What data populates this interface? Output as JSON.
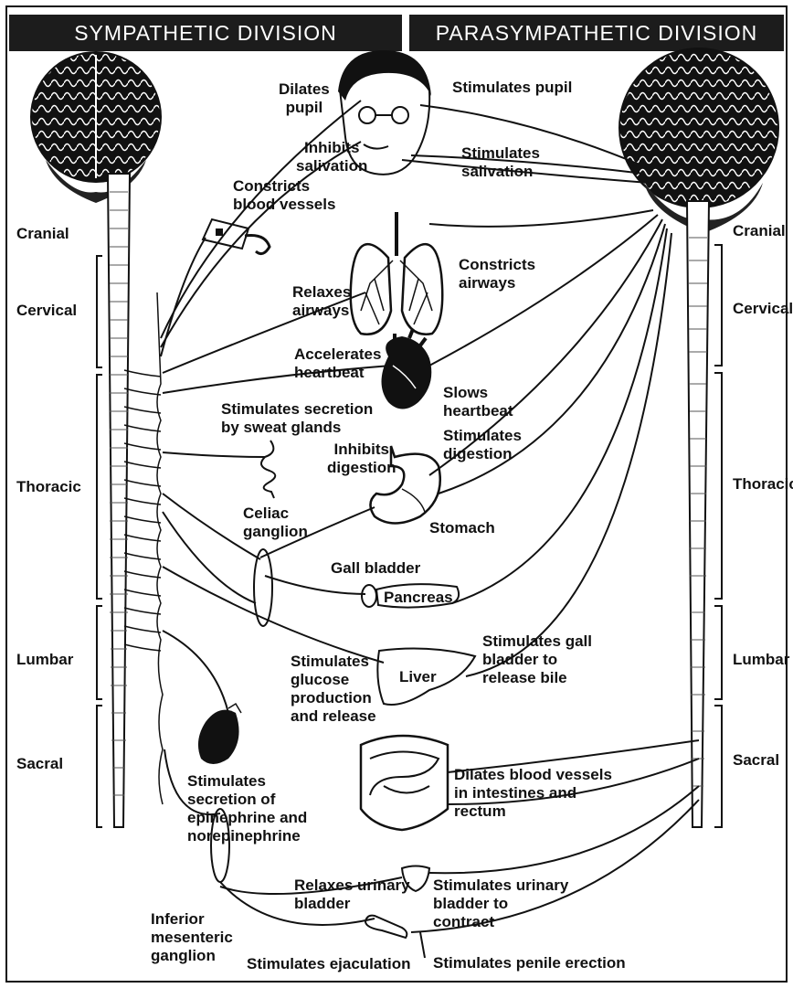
{
  "headers": {
    "left": "SYMPATHETIC DIVISION",
    "right": "PARASYMPATHETIC DIVISION"
  },
  "segments_left": [
    "Cranial",
    "Cervical",
    "Thoracic",
    "Lumbar",
    "Sacral"
  ],
  "segments_right": [
    "Cranial",
    "Cervical",
    "Thoracic",
    "Lumbar",
    "Sacral"
  ],
  "labels": {
    "dilates_pupil": [
      "Dilates",
      "pupil"
    ],
    "stimulates_pupil": [
      "Stimulates pupil"
    ],
    "inhibits_salivation": [
      "Inhibits",
      "salivation"
    ],
    "stimulates_salivation": [
      "Stimulates",
      "salivation"
    ],
    "constricts_vessels": [
      "Constricts",
      "blood vessels"
    ],
    "constricts_airways": [
      "Constricts",
      "airways"
    ],
    "relaxes_airways": [
      "Relaxes",
      "airways"
    ],
    "accelerates_heartbeat": [
      "Accelerates",
      "heartbeat"
    ],
    "slows_heartbeat": [
      "Slows",
      "heartbeat"
    ],
    "sweat_glands": [
      "Stimulates secretion",
      "by sweat glands"
    ],
    "stimulates_digestion": [
      "Stimulates",
      "digestion"
    ],
    "inhibits_digestion": [
      "Inhibits",
      "digestion"
    ],
    "celiac_ganglion": [
      "Celiac",
      "ganglion"
    ],
    "stomach": [
      "Stomach"
    ],
    "gall_bladder": [
      "Gall bladder"
    ],
    "pancreas": [
      "Pancreas"
    ],
    "stimulates_gall_bladder": [
      "Stimulates gall",
      "bladder to",
      "release bile"
    ],
    "glucose": [
      "Stimulates",
      "glucose",
      "production",
      "and release"
    ],
    "liver": [
      "Liver"
    ],
    "epinephrine": [
      "Stimulates",
      "secretion of",
      "epinephrine and",
      "norepinephrine"
    ],
    "dilates_intestine_vessels": [
      "Dilates blood vessels",
      "in intestines and",
      "rectum"
    ],
    "relaxes_bladder": [
      "Relaxes urinary",
      "bladder"
    ],
    "stimulates_bladder": [
      "Stimulates urinary",
      "bladder to",
      "contract"
    ],
    "inferior_ganglion": [
      "Inferior",
      "mesenteric",
      "ganglion"
    ],
    "ejaculation": [
      "Stimulates ejaculation"
    ],
    "erection": [
      "Stimulates penile erection"
    ]
  }
}
